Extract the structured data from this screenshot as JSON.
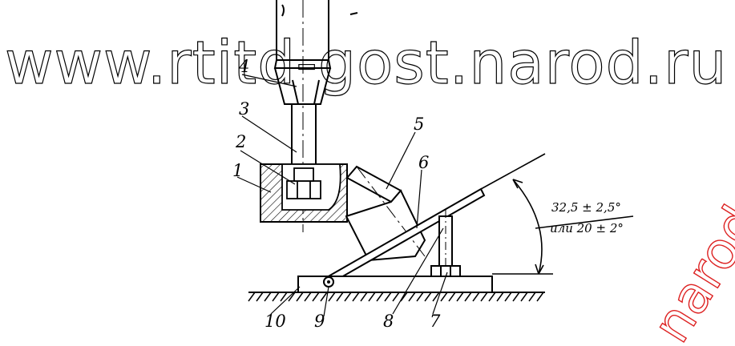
{
  "watermark": {
    "main_text": "www.rtitd-gost.narod.ru",
    "corner_text": "narod"
  },
  "part_labels": {
    "p1": "1",
    "p2": "2",
    "p3": "3",
    "p4": "4",
    "p5": "5",
    "p6": "6",
    "p7": "7",
    "p8": "8",
    "p9": "9",
    "p10": "10"
  },
  "angle_annotation": {
    "line1": "32,5 ± 2,5°",
    "line2": "или 20 ± 2°"
  },
  "colors": {
    "ink": "#000000",
    "watermark_corner": "#dd2222",
    "hatch": "#000000"
  }
}
